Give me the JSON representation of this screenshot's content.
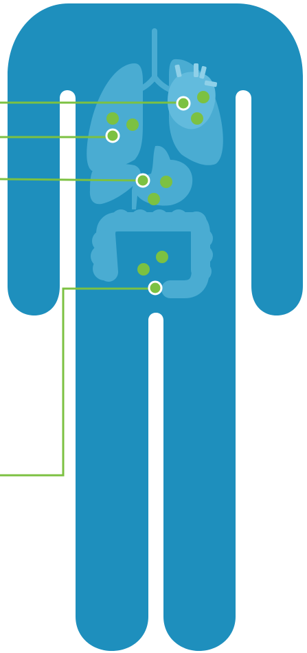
{
  "diagram": {
    "subject": "human-body-organ-hotspots",
    "colors": {
      "body": "#1e8fbd",
      "organ": "#4aacd2",
      "organ_light": "#8fd0e8",
      "marker": "#7cc142",
      "leader_line": "#7cc142",
      "ring": "#ffffff"
    },
    "organs": [
      "lungs",
      "trachea",
      "heart",
      "liver",
      "stomach",
      "colon"
    ],
    "hotspots": [
      {
        "id": "heart",
        "linked": true
      },
      {
        "id": "lung",
        "linked": true
      },
      {
        "id": "stomach",
        "linked": true
      },
      {
        "id": "colon",
        "linked": true
      }
    ]
  }
}
